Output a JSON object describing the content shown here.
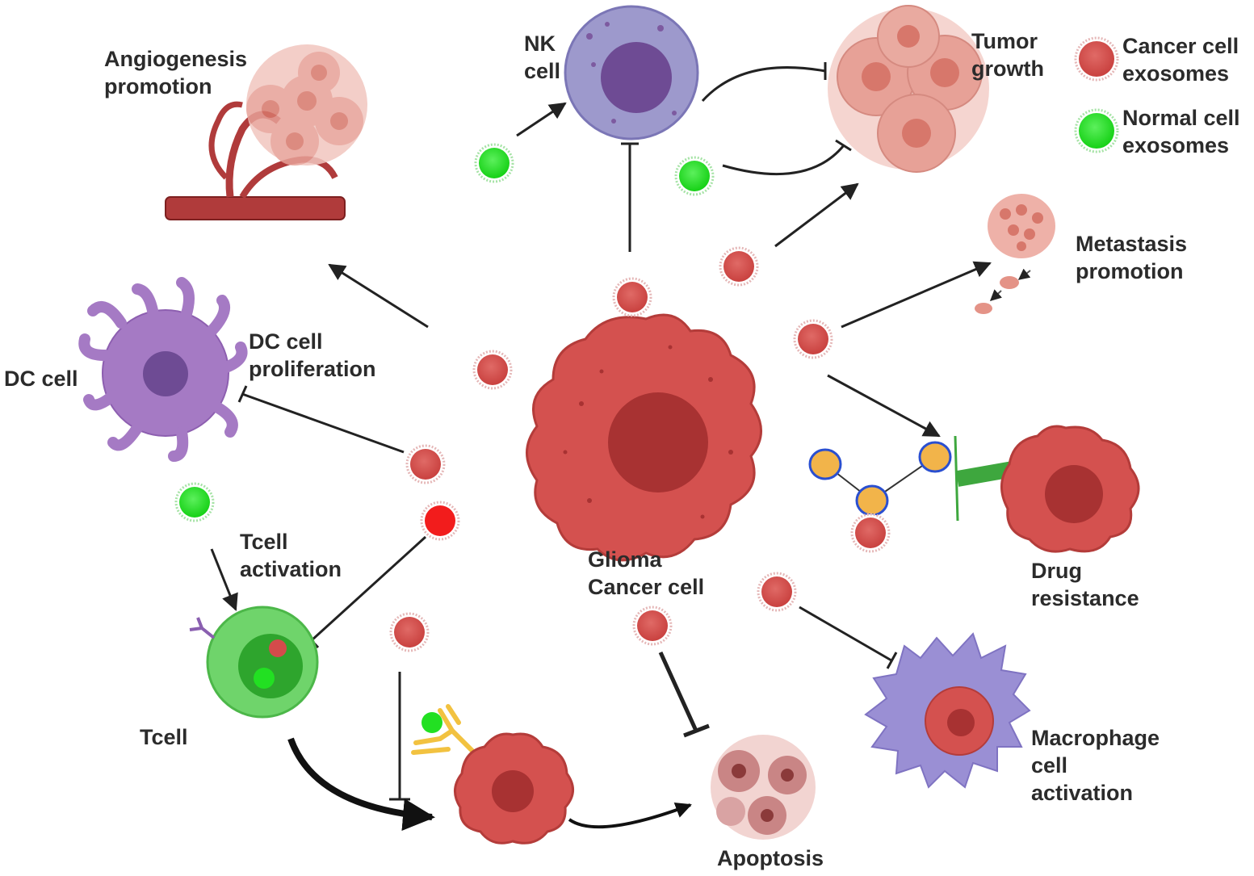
{
  "title": "",
  "legend": {
    "cancer_label_line1": "Cancer cell",
    "cancer_label_line2": "exosomes",
    "normal_label_line1": "Normal cell",
    "normal_label_line2": "exosomes",
    "cancer_color": "#d34b4b",
    "normal_color": "#22e022"
  },
  "labels": {
    "angiogenesis": [
      "Angiogenesis",
      "promotion"
    ],
    "nk_cell": [
      "NK",
      "cell"
    ],
    "tumor_growth": [
      "Tumor",
      "growth"
    ],
    "metastasis": [
      "Metastasis",
      "promotion"
    ],
    "dc_cell": "DC cell",
    "dc_proliferation": [
      "DC cell",
      "proliferation"
    ],
    "tcell_activation": [
      "Tcell",
      "activation"
    ],
    "glioma": [
      "Glioma",
      "Cancer cell"
    ],
    "drug_resistance": [
      "Drug",
      "resistance"
    ],
    "tcell": "Tcell",
    "macrophage": [
      "Macrophage",
      "cell",
      "activation"
    ],
    "apoptosis": "Apoptosis"
  },
  "colors": {
    "cancer_cell": "#d4514f",
    "cancer_nucleus": "#a83232",
    "nk_cell": "#9d99cc",
    "nk_nucleus": "#6e4b94",
    "dc_cell": "#a57ac4",
    "tcell": "#6fd46b",
    "tumor": "#e7a197",
    "vessel": "#b03b3b",
    "macrophage": "#9a8fd4",
    "drug_node": "#f2b44a",
    "arrow": "#222222"
  }
}
